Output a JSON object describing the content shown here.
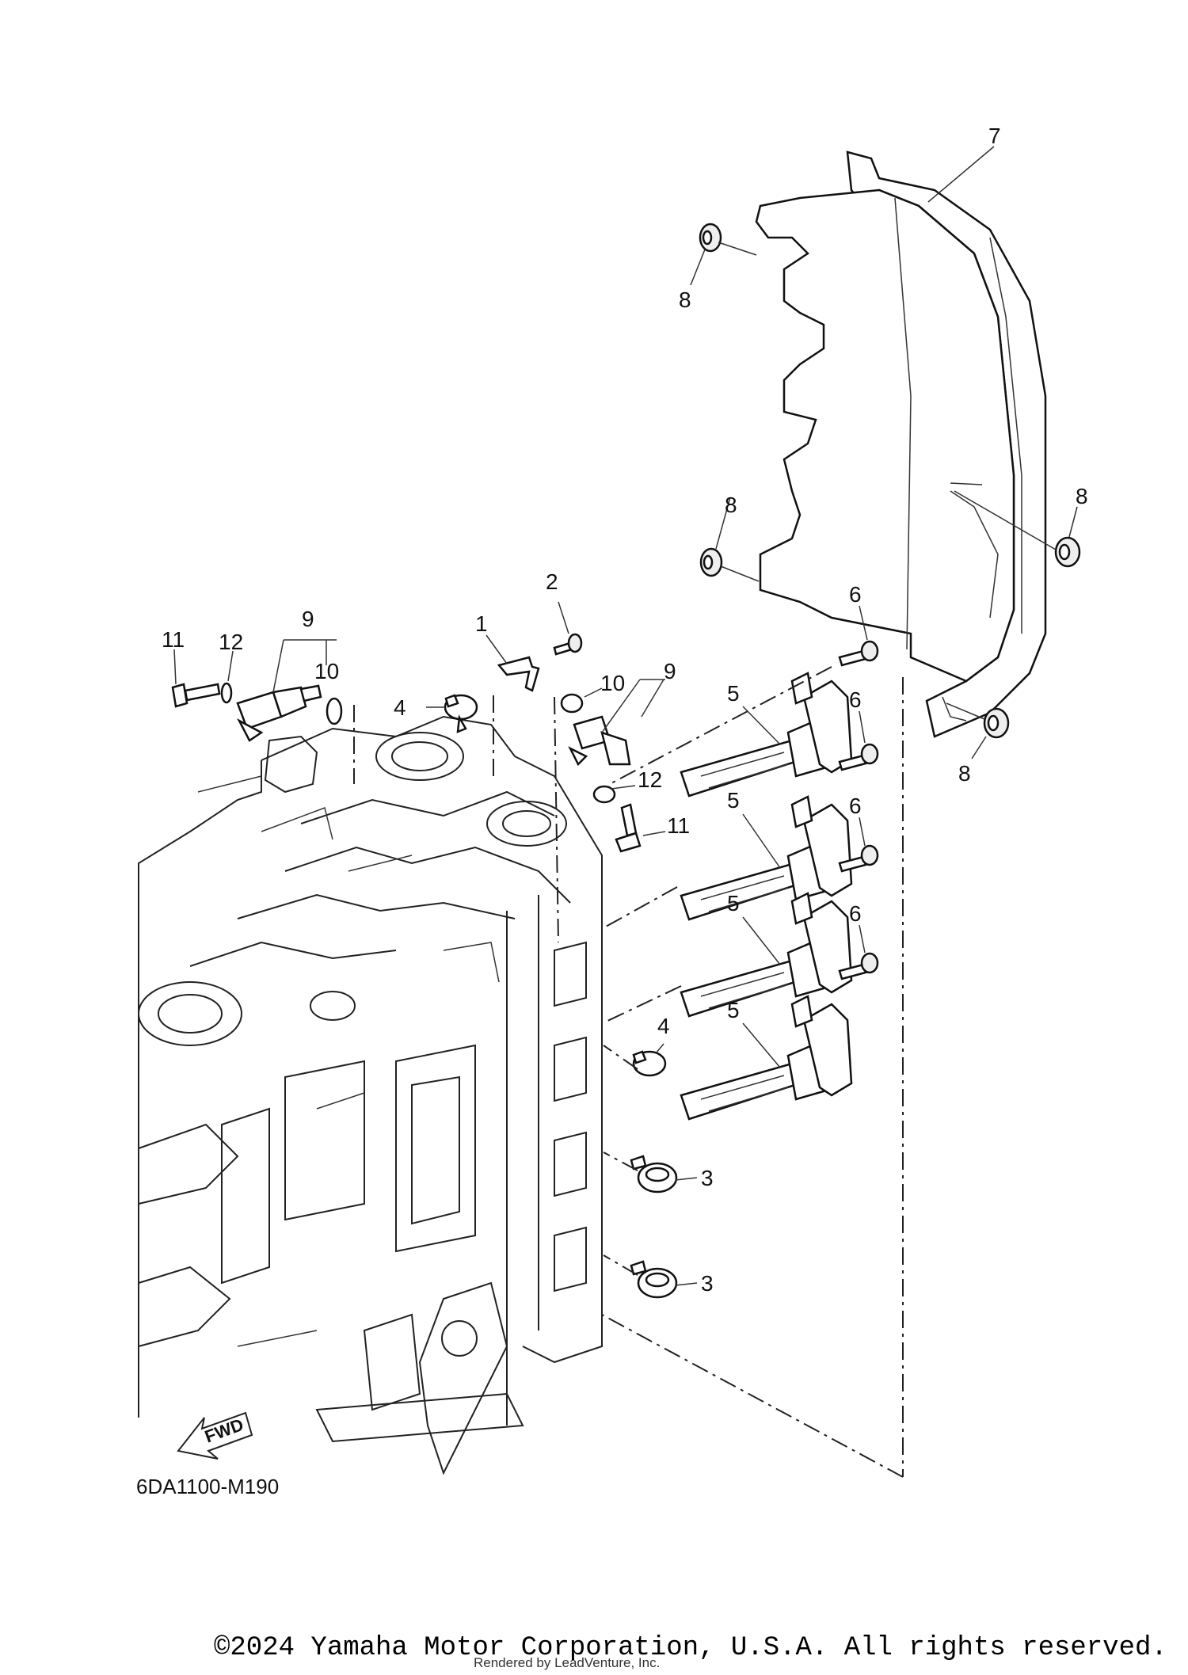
{
  "diagram": {
    "code": "6DA1100-M190",
    "fwd_label": "FWD",
    "callouts": [
      {
        "id": "c1",
        "label": "1"
      },
      {
        "id": "c2",
        "label": "2"
      },
      {
        "id": "c3a",
        "label": "3"
      },
      {
        "id": "c3b",
        "label": "3"
      },
      {
        "id": "c4a",
        "label": "4"
      },
      {
        "id": "c4b",
        "label": "4"
      },
      {
        "id": "c5a",
        "label": "5"
      },
      {
        "id": "c5b",
        "label": "5"
      },
      {
        "id": "c5c",
        "label": "5"
      },
      {
        "id": "c5d",
        "label": "5"
      },
      {
        "id": "c6a",
        "label": "6"
      },
      {
        "id": "c6b",
        "label": "6"
      },
      {
        "id": "c6c",
        "label": "6"
      },
      {
        "id": "c6d",
        "label": "6"
      },
      {
        "id": "c7",
        "label": "7"
      },
      {
        "id": "c8a",
        "label": "8"
      },
      {
        "id": "c8b",
        "label": "8"
      },
      {
        "id": "c8c",
        "label": "8"
      },
      {
        "id": "c8d",
        "label": "8"
      },
      {
        "id": "c9a",
        "label": "9"
      },
      {
        "id": "c9b",
        "label": "9"
      },
      {
        "id": "c10a",
        "label": "10"
      },
      {
        "id": "c10b",
        "label": "10"
      },
      {
        "id": "c11a",
        "label": "11"
      },
      {
        "id": "c11b",
        "label": "11"
      },
      {
        "id": "c12a",
        "label": "12"
      },
      {
        "id": "c12b",
        "label": "12"
      }
    ]
  },
  "footer": {
    "copyright": "©2024 Yamaha Motor Corporation, U.S.A. All rights reserved.",
    "rendered_by": "Rendered by LeadVenture, Inc."
  }
}
